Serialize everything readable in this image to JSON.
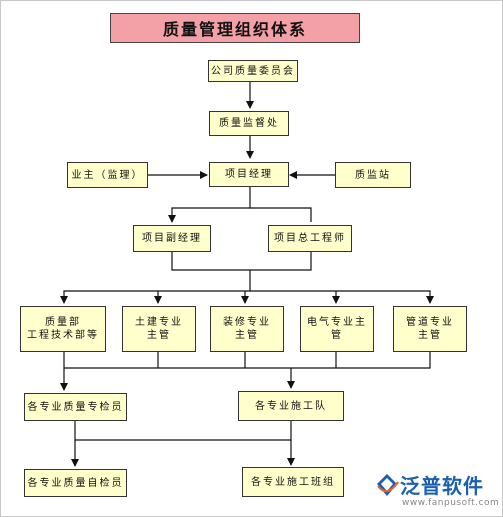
{
  "title": "质量管理组织体系",
  "nodes": {
    "company_committee": "公司质量委员会",
    "quality_supervision": "质量监督处",
    "owner_supervision": "业主（监理）",
    "project_manager": "项目经理",
    "quality_station": "质监站",
    "deputy_manager": "项目副经理",
    "chief_engineer": "项目总工程师",
    "quality_dept": "质量部\n工程技术部等",
    "civil_supervisor": "土建专业\n主管",
    "decoration_supervisor": "装修专业\n主管",
    "electrical_supervisor": "电气专业主\n管",
    "pipe_supervisor": "管道专业\n主管",
    "specialty_inspectors": "各专业质量专检员",
    "construction_teams": "各专业施工队",
    "self_inspectors": "各专业质量自检员",
    "construction_groups": "各专业施工班组"
  },
  "logo": {
    "name": "泛普软件",
    "url": "www.fanpusoft.com"
  },
  "colors": {
    "title_bg": "#f3a0a6",
    "node_bg": "#ffffcc",
    "logo": "#1b5fae",
    "logo_accent": "#e8622a"
  }
}
